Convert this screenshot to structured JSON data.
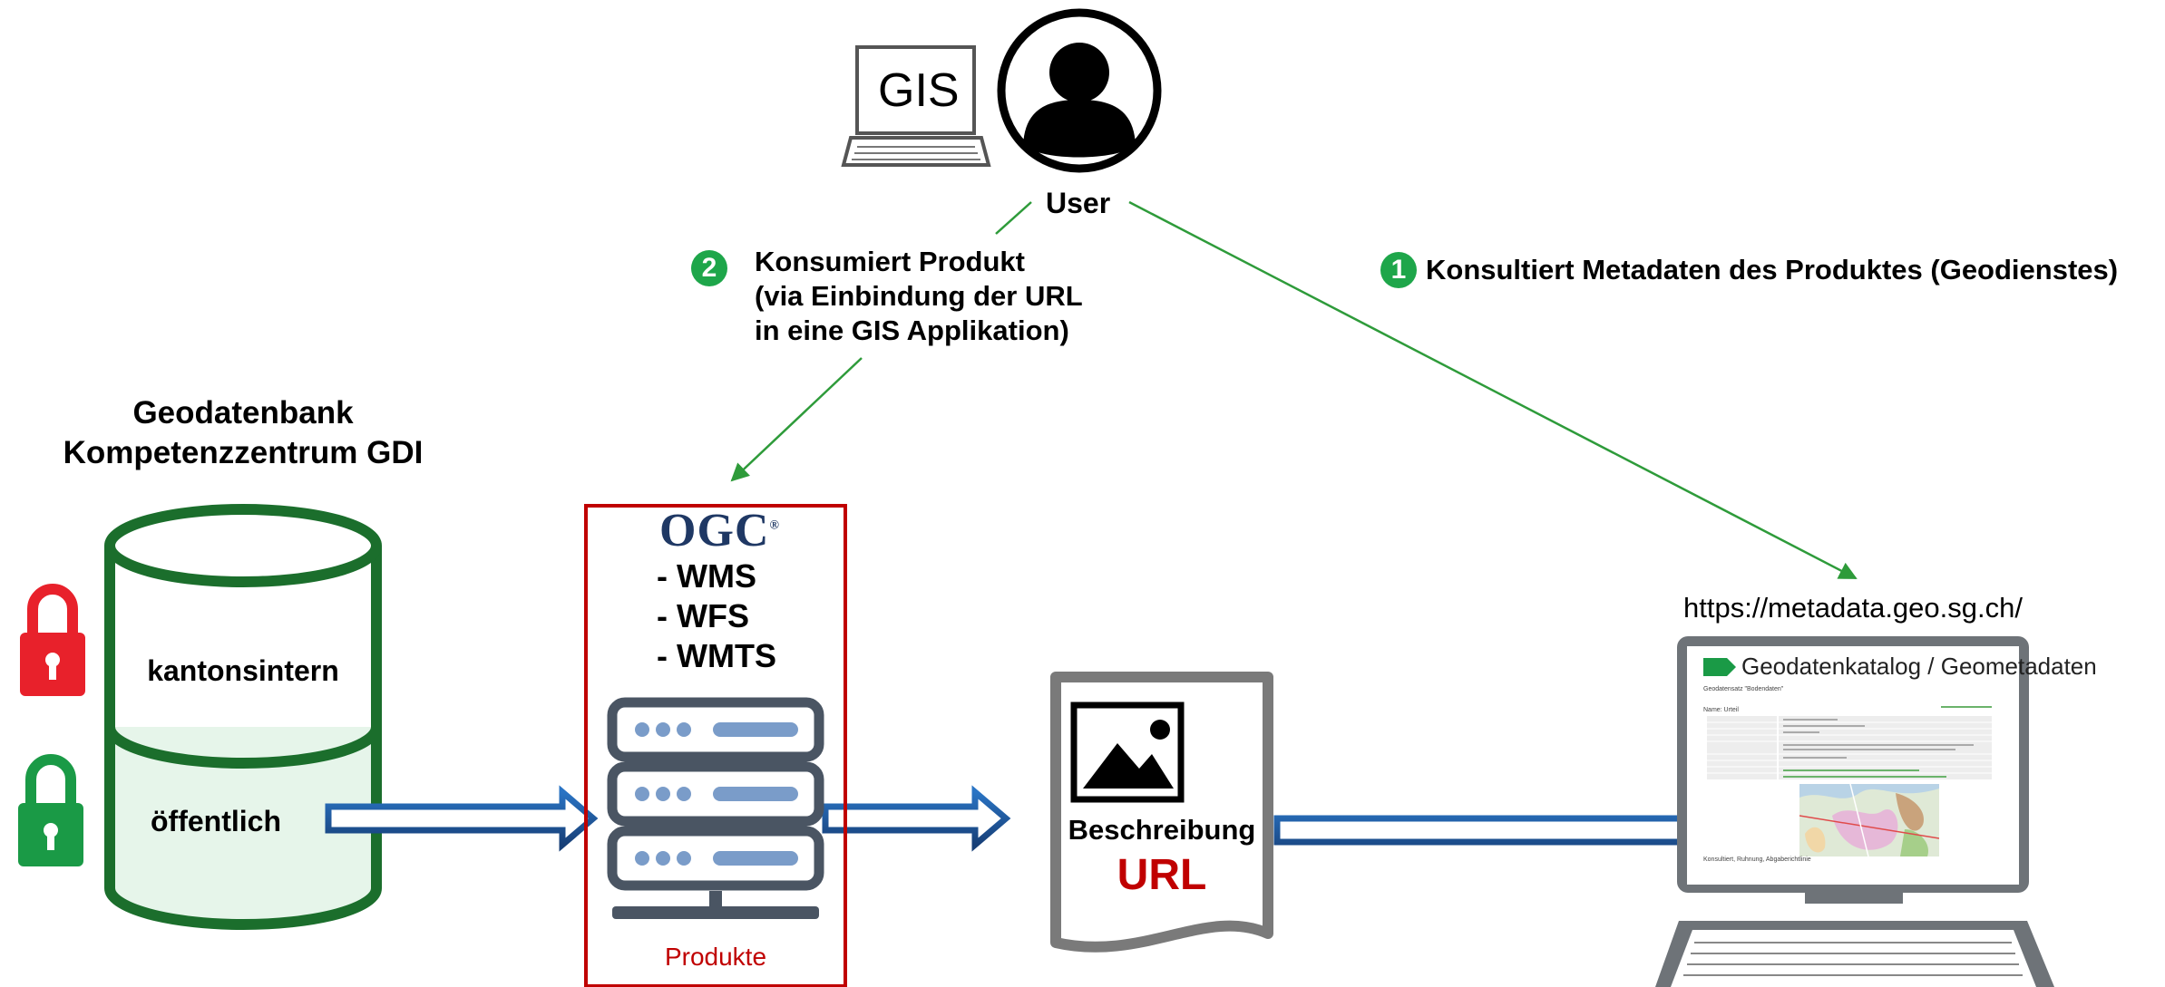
{
  "colors": {
    "green_line": "#2e9b3a",
    "db_green": "#1b6e2c",
    "db_fill": "#e6f5ea",
    "red_box": "#c00000",
    "arrow_blue": "#1f5fa8",
    "server_gray": "#4a5563",
    "badge_green": "#1ea64a"
  },
  "user": {
    "gis_label": "GIS",
    "user_label": "User"
  },
  "step2": {
    "number": "2",
    "line1": "Konsumiert Produkt",
    "line2": "(via Einbindung der URL",
    "line3": "in eine GIS Applikation)"
  },
  "step1": {
    "number": "1",
    "text": "Konsultiert Metadaten des Produktes (Geodienstes)"
  },
  "database": {
    "title_line1": "Geodatenbank",
    "title_line2": "Kompetenzzentrum GDI",
    "internal_label": "kantonsintern",
    "public_label": "öffentlich",
    "internal_lock_icon": "red-lock-icon",
    "public_lock_icon": "green-lock-icon"
  },
  "services": {
    "logo": "OGC",
    "logo_mark": "®",
    "items": [
      "- WMS",
      "- WFS",
      "- WMTS"
    ],
    "server_icon": "server-rack-icon",
    "footer": "Produkte"
  },
  "document": {
    "image_icon": "image-icon",
    "title": "Beschreibung",
    "url_label": "URL"
  },
  "metadata": {
    "url": "https://metadata.geo.sg.ch/",
    "screen_title": "Geodatenkatalog / Geometadaten",
    "tag_icon": "tag-icon",
    "screen_subtitle": "Geodatensatz \"Bodendaten\"",
    "screen_name_row": "Name: Urteil",
    "screen_footer": "Konsultiert, Ruhnung, Abgaberichtlinie"
  }
}
